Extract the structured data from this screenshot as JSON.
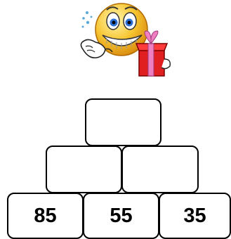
{
  "pyramid": {
    "top": [
      ""
    ],
    "middle": [
      "",
      ""
    ],
    "bottom": [
      "85",
      "55",
      "35"
    ]
  },
  "icon": "smiley-with-gift",
  "colors": {
    "border": "#000000",
    "text": "#000000",
    "face": "#f7c531",
    "gift": "#e02020",
    "ribbon": "#f07fc0"
  }
}
